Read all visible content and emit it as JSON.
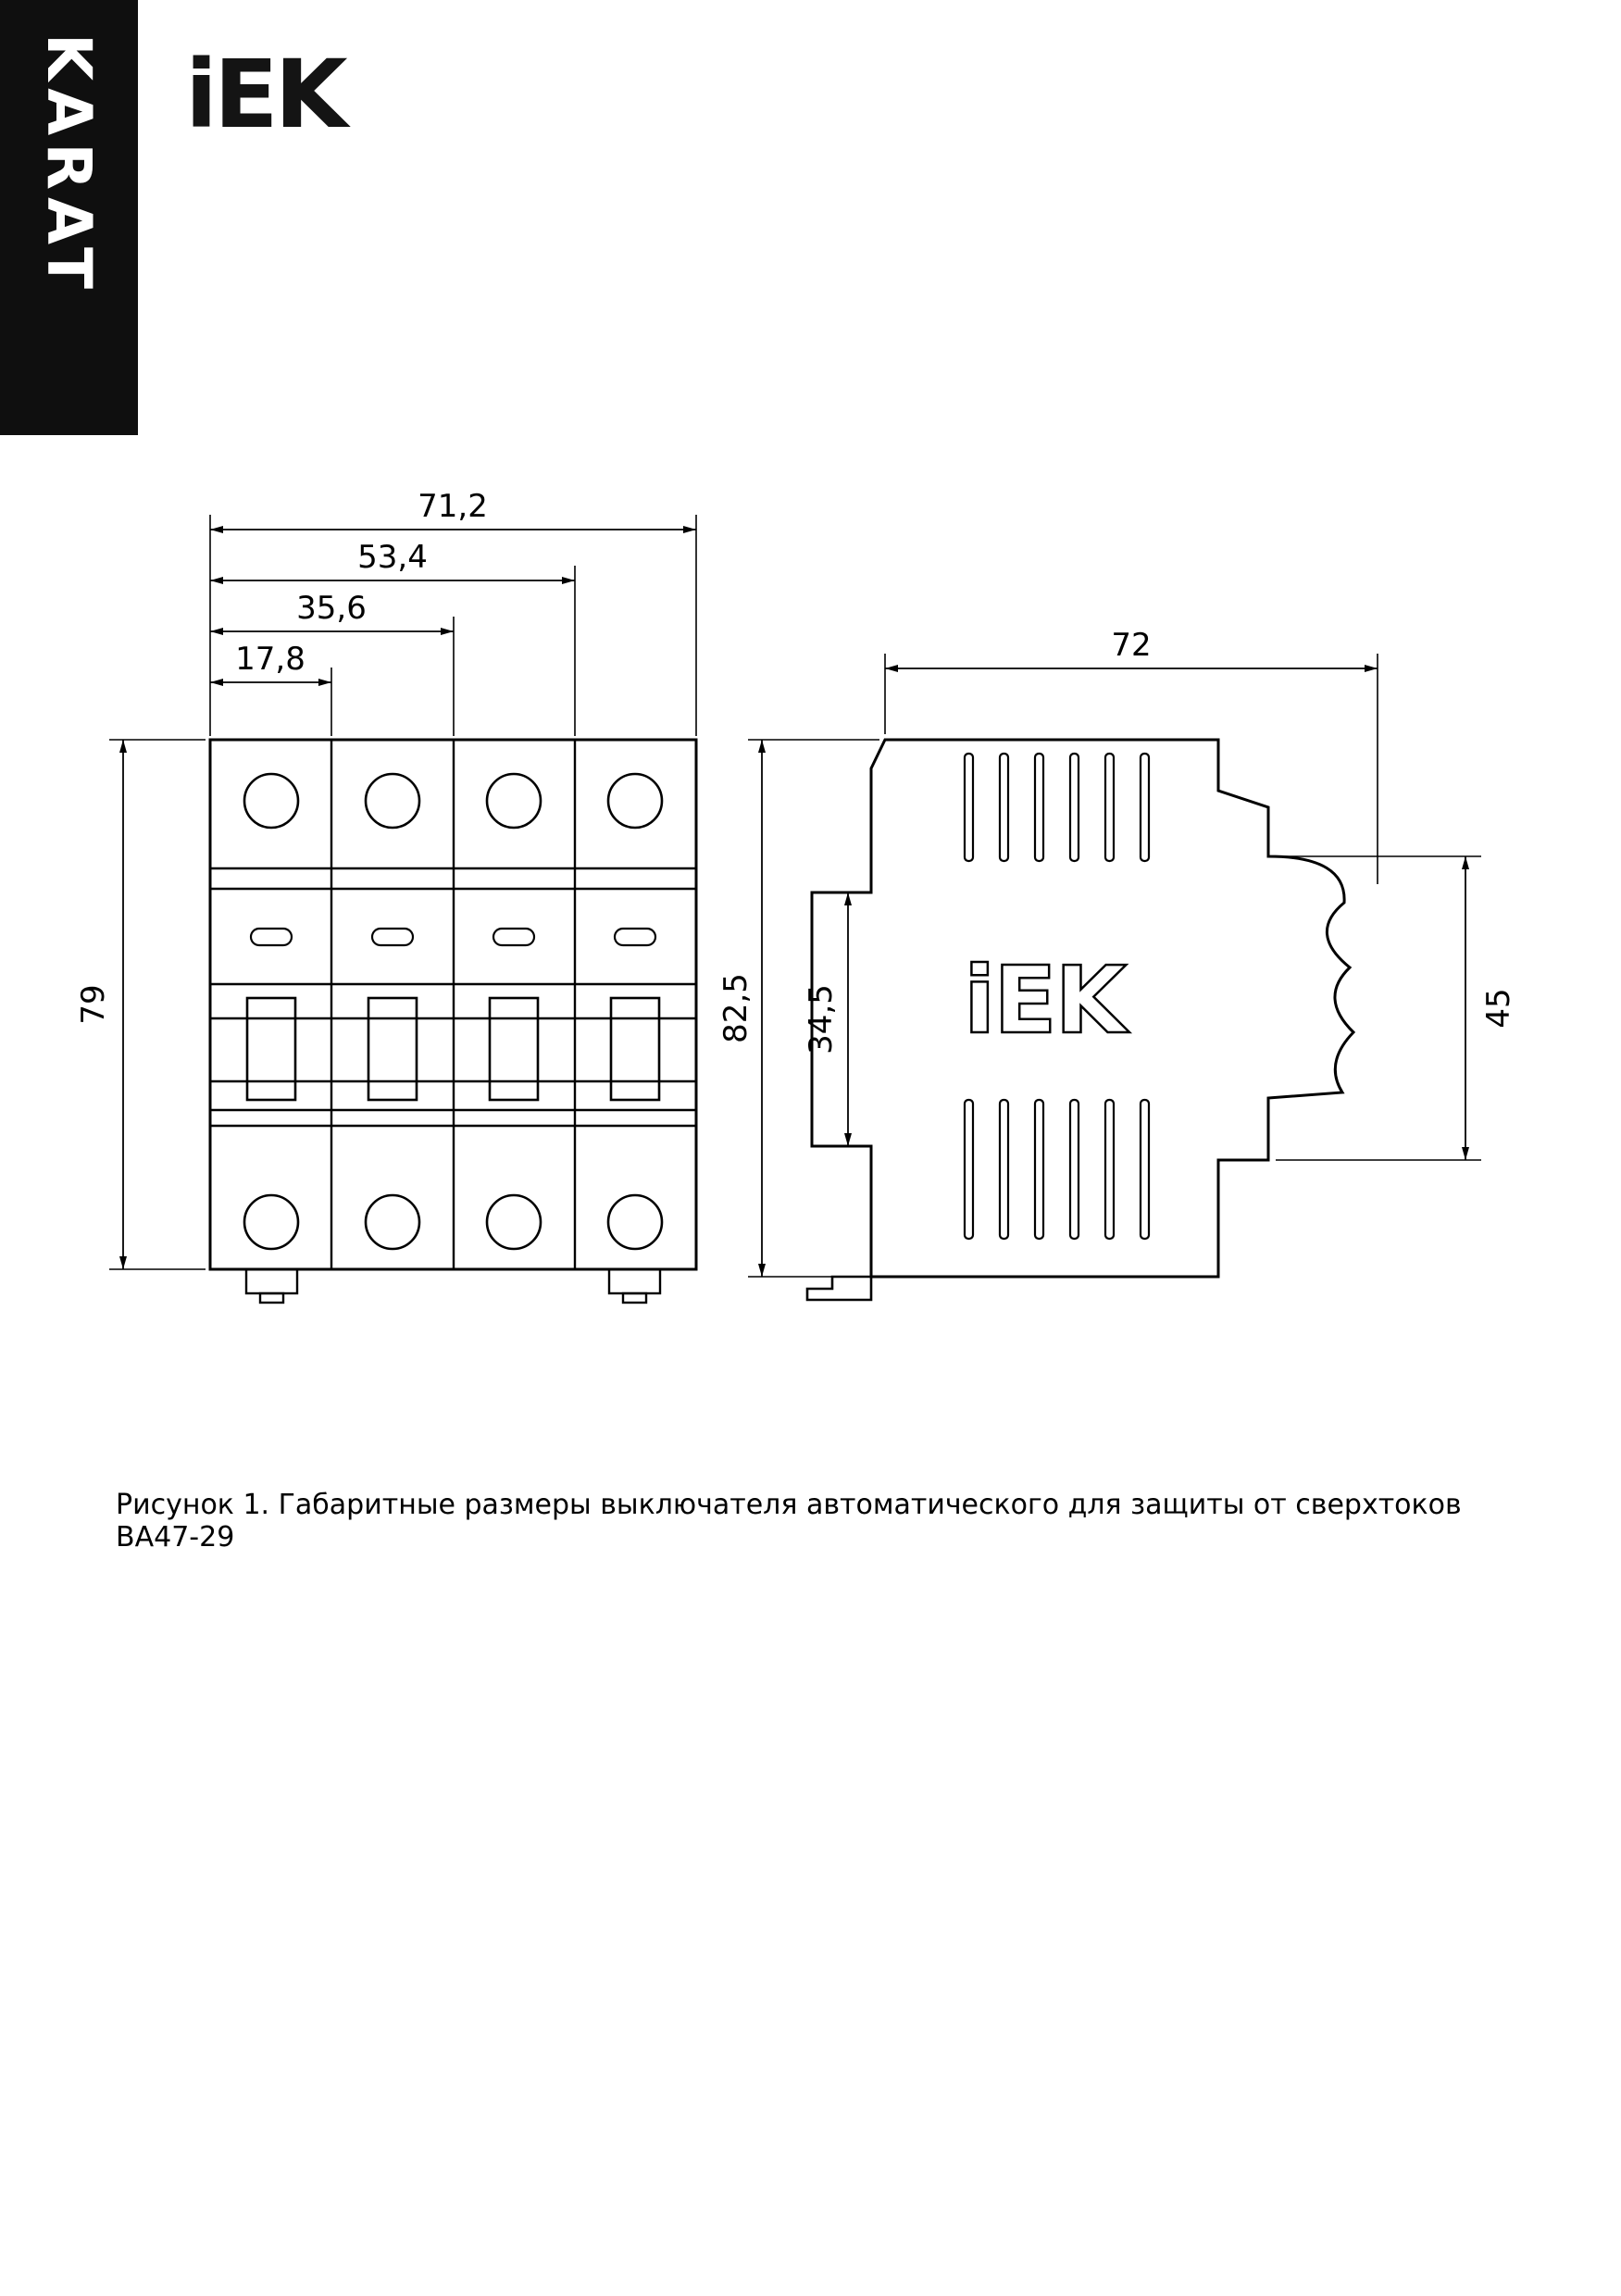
{
  "page": {
    "brand_vertical": "KARAT",
    "logo": "iEK",
    "caption": "Рисунок 1. Габаритные размеры выключателя автоматического для защиты от сверхтоков ВА47-29"
  },
  "drawing": {
    "front_view": {
      "dims": {
        "width_total": "71,2",
        "width_3mod": "53,4",
        "width_2mod": "35,6",
        "width_1mod": "17,8",
        "height": "79"
      }
    },
    "side_view": {
      "logo": "iEK",
      "dims": {
        "depth": "72",
        "height_total": "82,5",
        "rail_height": "34,5",
        "front_height": "45"
      }
    }
  }
}
